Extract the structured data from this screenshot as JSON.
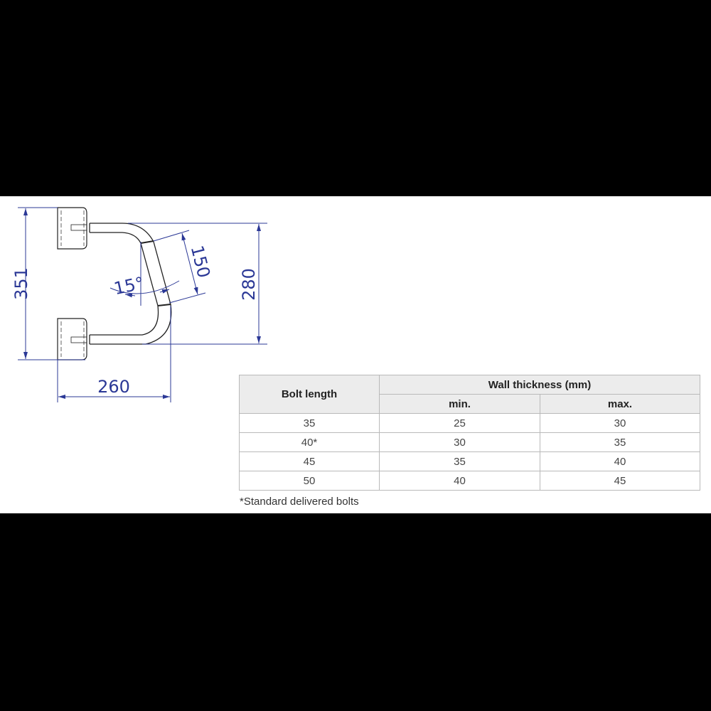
{
  "drawing": {
    "dimensions": {
      "height_total": "351",
      "height_tube": "280",
      "depth": "260",
      "segment_length": "150",
      "angle": "15°"
    },
    "line_color": "#2b3896"
  },
  "table": {
    "header_bolt": "Bolt length",
    "header_wall": "Wall thickness (mm)",
    "header_min": "min.",
    "header_max": "max.",
    "rows": [
      {
        "bolt": "35",
        "min": "25",
        "max": "30"
      },
      {
        "bolt": "40*",
        "min": "30",
        "max": "35"
      },
      {
        "bolt": "45",
        "min": "35",
        "max": "40"
      },
      {
        "bolt": "50",
        "min": "40",
        "max": "45"
      }
    ],
    "footnote": "*Standard delivered bolts"
  }
}
